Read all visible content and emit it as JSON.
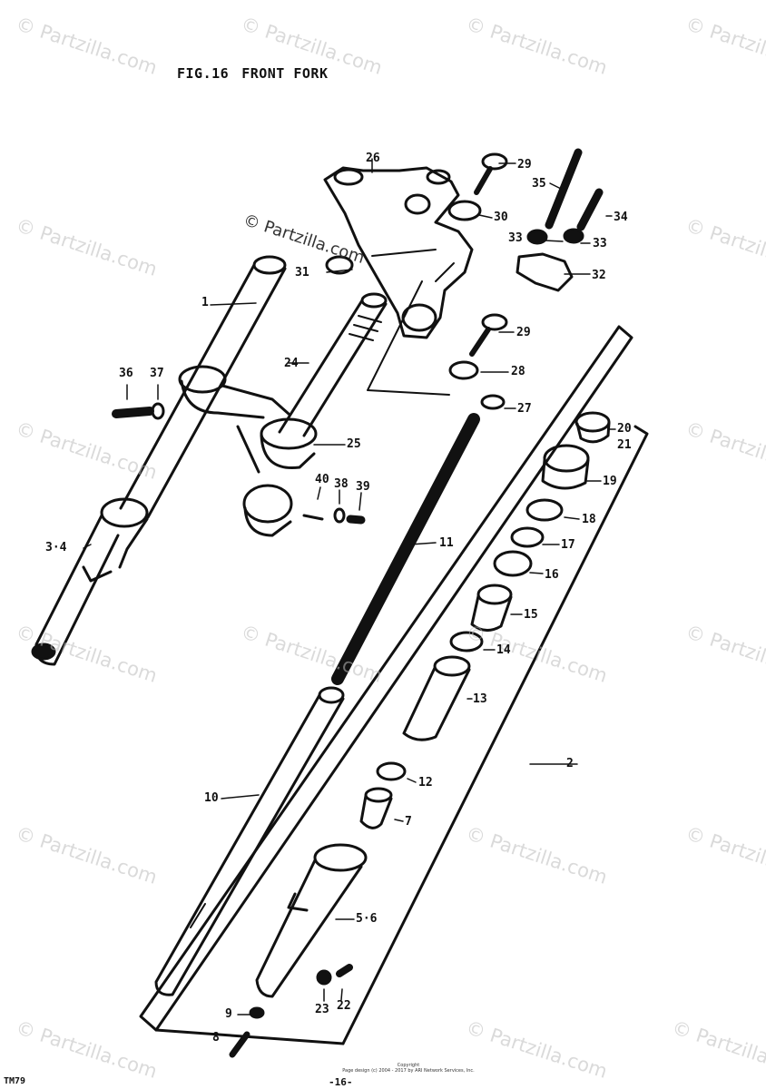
{
  "title": {
    "fig": "FIG.16",
    "name": "FRONT FORK"
  },
  "footer": {
    "code": "TM79",
    "page": "-16-",
    "copyright_line1": "Copyright",
    "copyright_line2": "Page design (c) 2004 - 2017 by ARI Network Services, Inc."
  },
  "watermark": "© Partzilla.com",
  "callouts": {
    "c1": "1",
    "c2": "2",
    "c3_4": "3·4",
    "c5_6": "5·6",
    "c7": "7",
    "c9": "9",
    "c10": "10",
    "c11": "11",
    "c12": "12",
    "c13": "13",
    "c14": "14",
    "c15": "15",
    "c16": "16",
    "c17": "17",
    "c18": "18",
    "c19": "19",
    "c20": "20",
    "c21": "21",
    "c22": "22",
    "c23": "23",
    "c24": "24",
    "c25": "25",
    "c26": "26",
    "c27": "27",
    "c28": "28",
    "c29a": "29",
    "c29b": "29",
    "c30": "30",
    "c31": "31",
    "c32": "32",
    "c33a": "33",
    "c33b": "33",
    "c34": "34",
    "c35": "35",
    "c36": "36",
    "c37": "37",
    "c38": "38",
    "c39": "39",
    "c40": "40",
    "c8": "8"
  }
}
